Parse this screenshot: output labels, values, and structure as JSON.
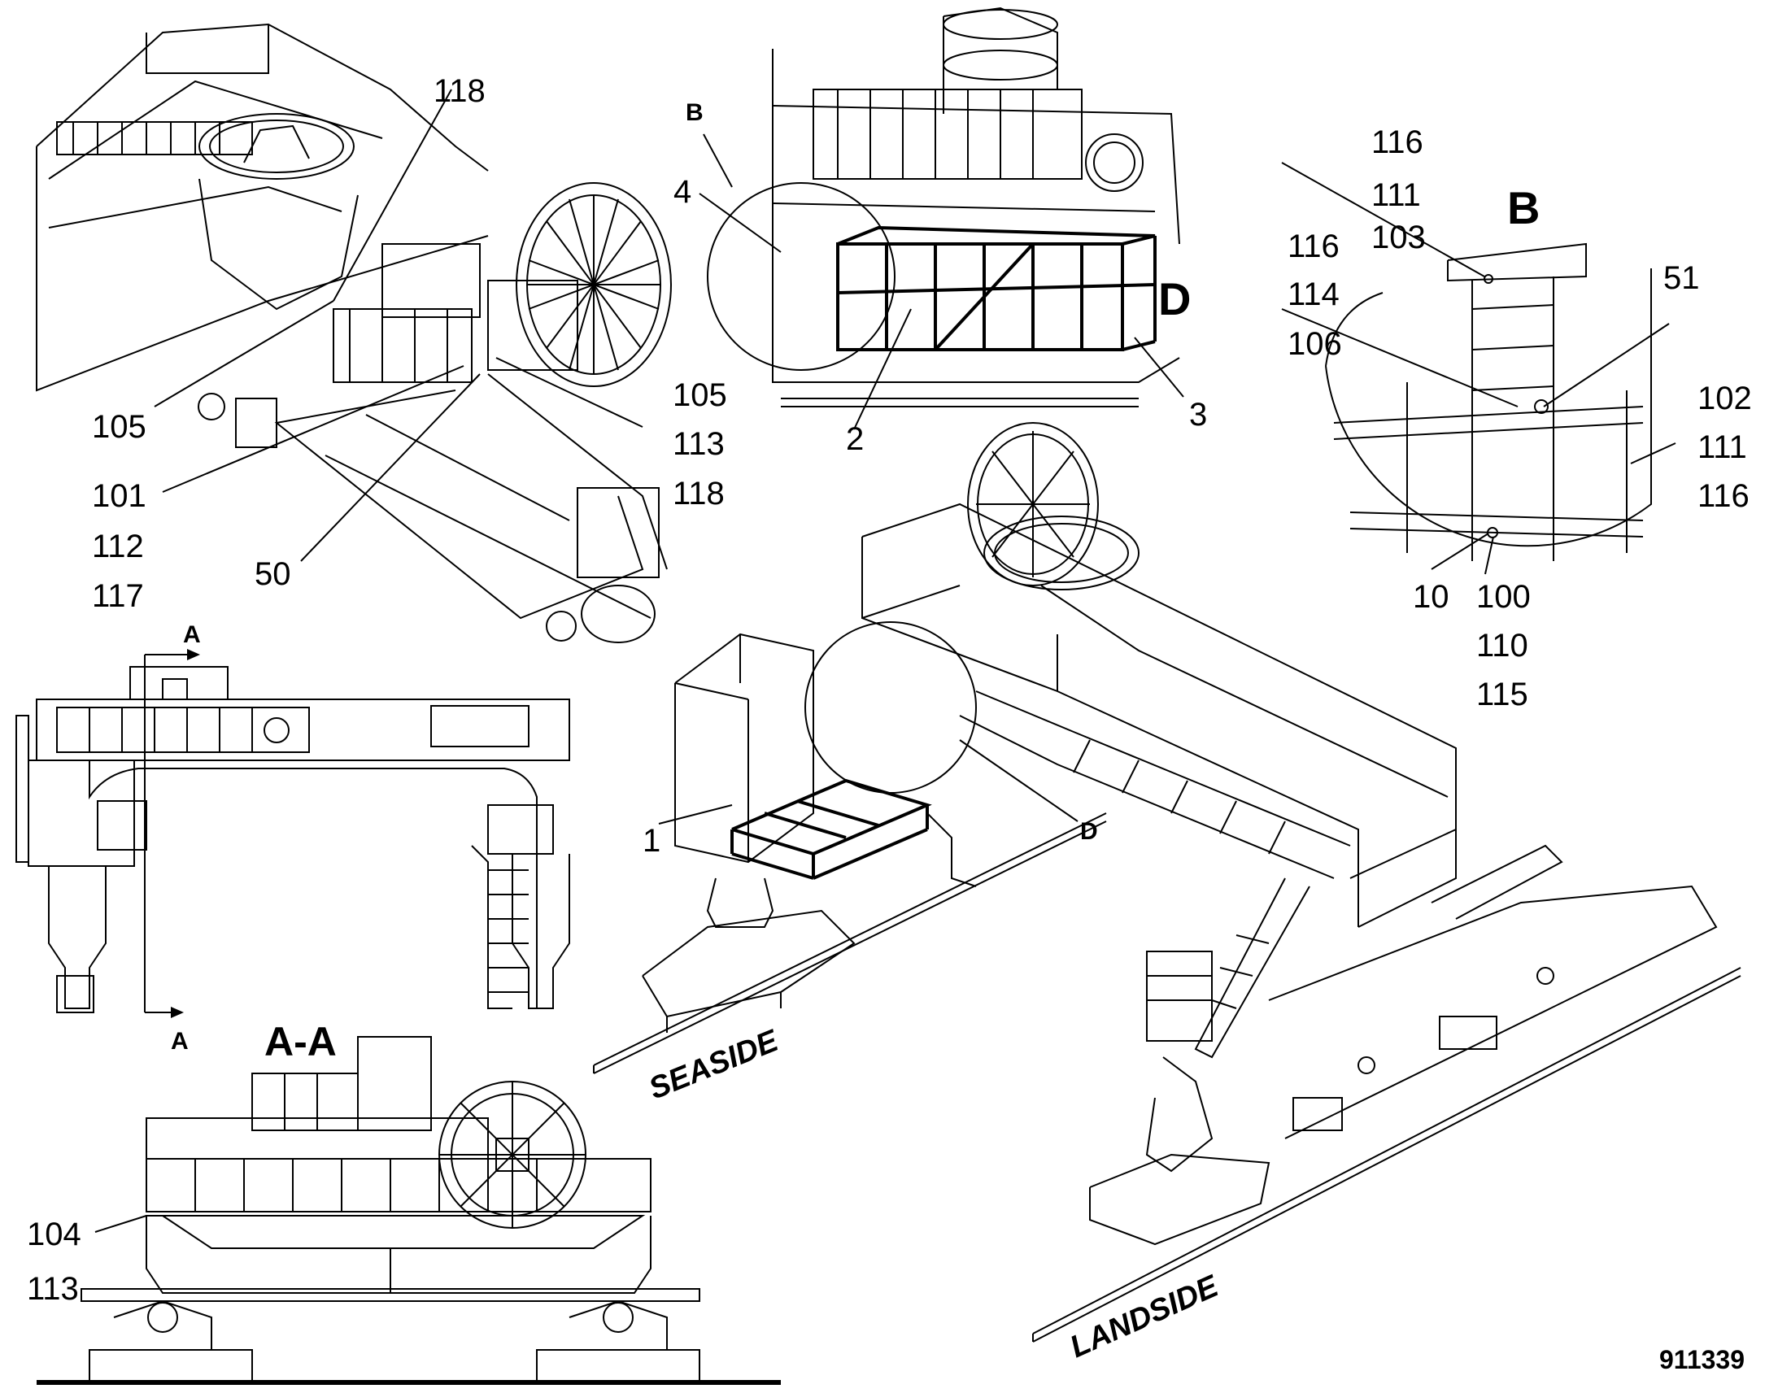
{
  "callouts": {
    "top_left": {
      "l118": "118",
      "l105": "105",
      "l101": "101",
      "l112": "112",
      "l117": "117",
      "l50": "50",
      "l105b": "105",
      "l113": "113",
      "l118b": "118"
    },
    "top_center": {
      "lB": "B",
      "l4": "4",
      "lD": "D",
      "l2": "2",
      "l3": "3"
    },
    "detail_b": {
      "title": "B",
      "l116a": "116",
      "l111a": "111",
      "l103": "103",
      "l116b": "116",
      "l114": "114",
      "l106": "106",
      "l51": "51",
      "l102": "102",
      "l111b": "111",
      "l116c": "116",
      "l10": "10",
      "l100": "100",
      "l110": "110",
      "l115": "115"
    },
    "front_view": {
      "section_top": "A",
      "section_bottom": "A"
    },
    "section_aa": {
      "title": "A-A",
      "l104": "104",
      "l113": "113"
    },
    "iso_view": {
      "l1": "1",
      "lD": "D",
      "seaside": "SEASIDE",
      "landside": "LANDSIDE"
    }
  },
  "figure_number": "911339",
  "colors": {
    "line": "#000000",
    "background": "#ffffff"
  }
}
